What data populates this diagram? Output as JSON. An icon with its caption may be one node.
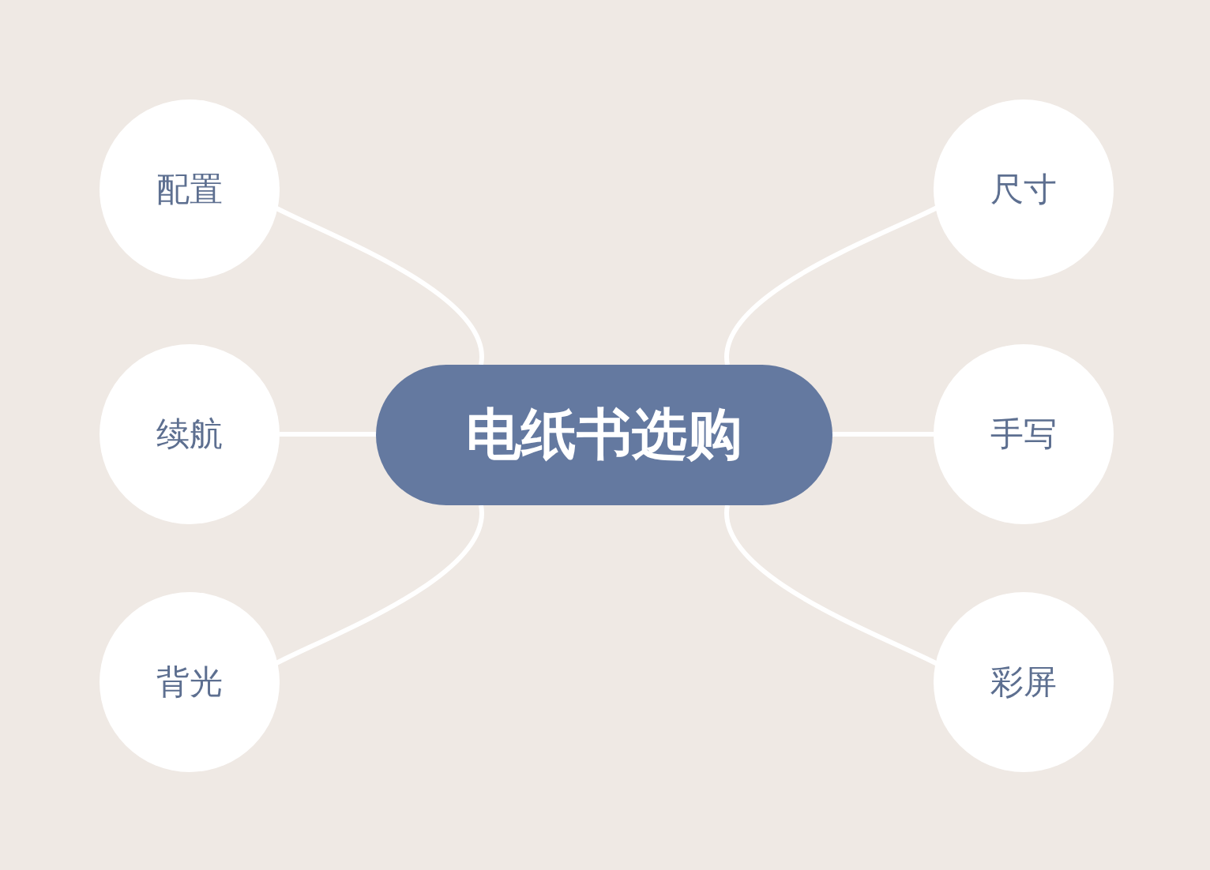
{
  "diagram": {
    "nodes": [
      {
        "text": [
          "电纸书选购"
        ]
      },
      {
        "text": [
          "配置"
        ]
      },
      {
        "text": [
          "续航"
        ]
      },
      {
        "text": [
          "背光"
        ]
      },
      {
        "text": [
          "尺寸"
        ]
      },
      {
        "text": [
          "手写"
        ]
      },
      {
        "text": [
          "彩屏"
        ]
      }
    ],
    "edges": [
      {
        "from": 0,
        "to": 1,
        "arrow": "none"
      },
      {
        "from": 0,
        "to": 2,
        "arrow": "none"
      },
      {
        "from": 0,
        "to": 3,
        "arrow": "none"
      },
      {
        "from": 0,
        "to": 4,
        "arrow": "none"
      },
      {
        "from": 0,
        "to": 5,
        "arrow": "none"
      },
      {
        "from": 0,
        "to": 6,
        "arrow": "none"
      }
    ]
  }
}
